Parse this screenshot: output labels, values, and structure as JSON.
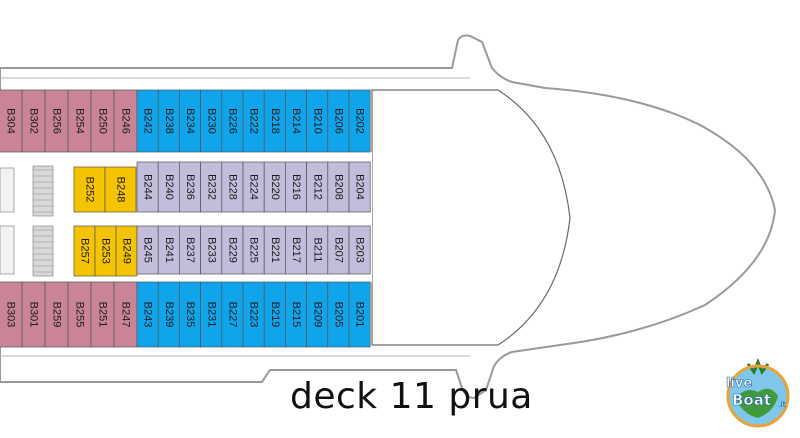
{
  "title": "deck 11 prua",
  "logo": {
    "line1": "live",
    "line2": "Boat",
    "suffix": ".it"
  },
  "colors": {
    "hull_fill": "#ffffff",
    "hull_stroke": "#9a9a9a",
    "suite": "#c98597",
    "balcony": "#10a5ea",
    "interior": "#c3bddb",
    "oceanview_special": "#f5c400",
    "corridor": "#ffffff",
    "stair": "#d9d9d9"
  },
  "cabins": {
    "row_upper_suites": [
      "B304",
      "B302",
      "B256",
      "B254",
      "B250",
      "B246"
    ],
    "row_upper_balcony": [
      "B242",
      "B238",
      "B234",
      "B230",
      "B226",
      "B222",
      "B218",
      "B214",
      "B210",
      "B206",
      "B202"
    ],
    "row_inner_upper_yellow": [
      "B252",
      "B248"
    ],
    "row_inner_upper_interior": [
      "B244",
      "B240",
      "B236",
      "B232",
      "B228",
      "B224",
      "B220",
      "B216",
      "B212",
      "B208",
      "B204"
    ],
    "row_inner_lower_yellow": [
      "B257",
      "B253",
      "B249"
    ],
    "row_inner_lower_interior": [
      "B245",
      "B241",
      "B237",
      "B233",
      "B229",
      "B225",
      "B221",
      "B217",
      "B211",
      "B207",
      "B203"
    ],
    "row_lower_suites": [
      "B303",
      "B301",
      "B259",
      "B255",
      "B251",
      "B247"
    ],
    "row_lower_balcony": [
      "B243",
      "B239",
      "B235",
      "B231",
      "B227",
      "B223",
      "B219",
      "B215",
      "B209",
      "B205",
      "B201"
    ]
  }
}
